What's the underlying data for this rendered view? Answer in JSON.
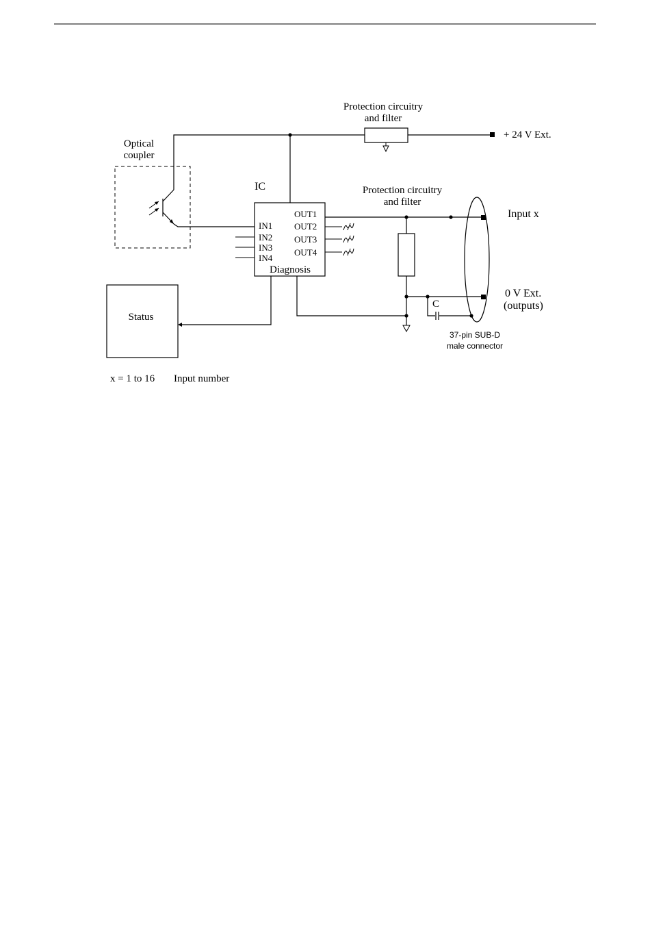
{
  "labels": {
    "protection_top": [
      "Protection circuitry",
      "and filter"
    ],
    "plus24": "+ 24 V Ext.",
    "optical": [
      "Optical",
      "coupler"
    ],
    "ic": "IC",
    "protection_mid": [
      "Protection circuitry",
      "and filter"
    ],
    "out1": "OUT1",
    "out2": "OUT2",
    "out3": "OUT3",
    "out4": "OUT4",
    "in1": "IN1",
    "in2": "IN2",
    "in3": "IN3",
    "in4": "IN4",
    "diagnosis": "Diagnosis",
    "input_x": "Input x",
    "zero_v": [
      "0 V Ext.",
      "(outputs)"
    ],
    "capacitor": "C",
    "connector": [
      "37-pin SUB-D",
      "male connector"
    ],
    "status": "Status",
    "footnote_x": "x = 1 to 16",
    "footnote_desc": "Input number"
  }
}
